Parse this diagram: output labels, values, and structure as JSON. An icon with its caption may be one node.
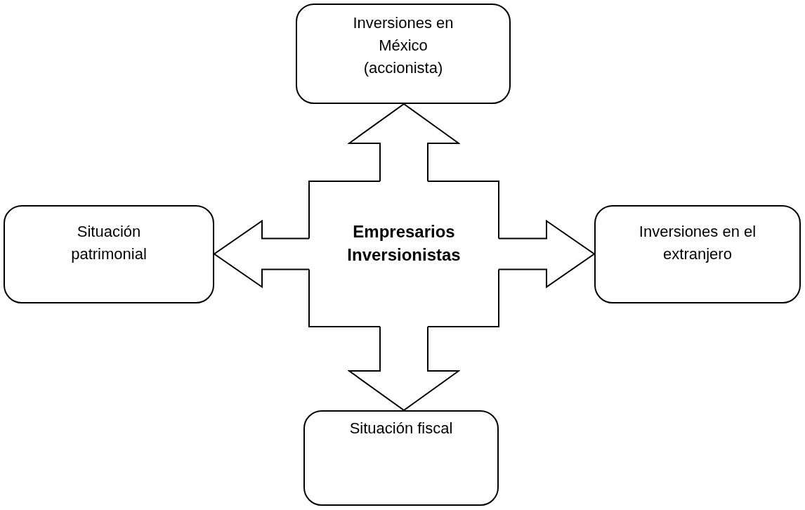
{
  "diagram": {
    "nodes": [
      {
        "text": [
          "Inversiones en México (accionista)"
        ]
      },
      {
        "text": [
          "Situación patrimonial"
        ]
      },
      {
        "text": [
          "Empresarios Inversionistas"
        ]
      },
      {
        "text": [
          "Inversiones en el extranjero"
        ]
      },
      {
        "text": [
          "Situación fiscal"
        ]
      }
    ],
    "edges": [
      {
        "from": 2,
        "to": 0,
        "arrow": "to"
      },
      {
        "from": 2,
        "to": 1,
        "arrow": "to"
      },
      {
        "from": 2,
        "to": 3,
        "arrow": "to"
      },
      {
        "from": 2,
        "to": 4,
        "arrow": "to"
      }
    ]
  }
}
